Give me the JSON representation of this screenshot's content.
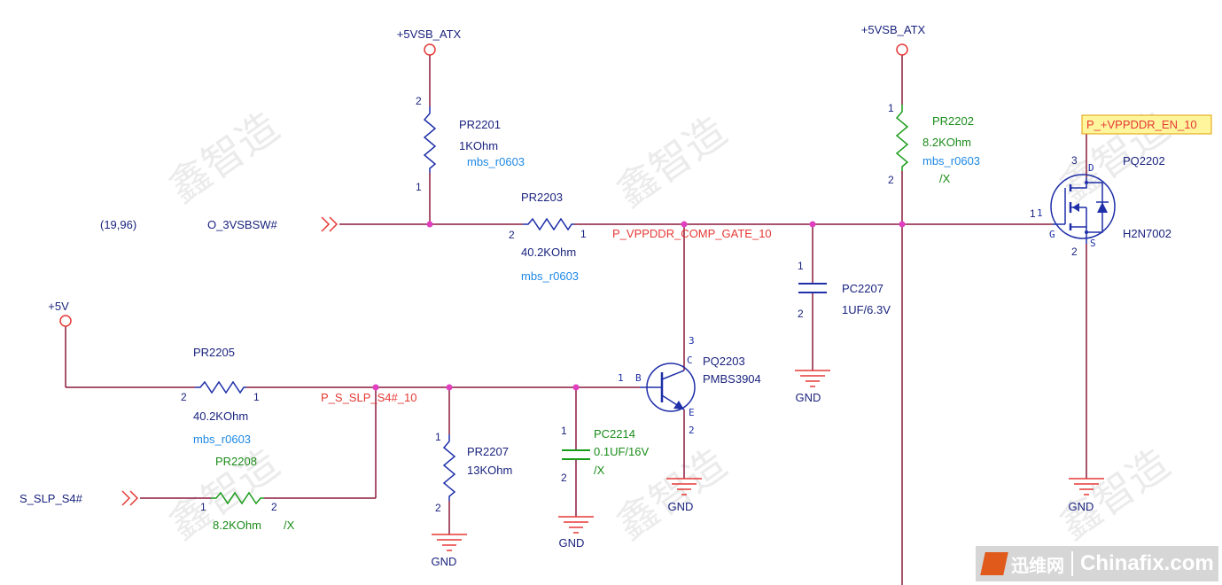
{
  "power": {
    "vsb_left": "+5VSB_ATX",
    "vsb_right": "+5VSB_ATX",
    "v5": "+5V"
  },
  "ground_label": "GND",
  "coords_label": "(19,96)",
  "nets": {
    "o_3vsbsw": "O_3VSBSW#",
    "comp_gate": "P_VPPDDR_COMP_GATE_10",
    "slp_s4": "P_S_SLP_S4#_10",
    "s_slp_s4": "S_SLP_S4#",
    "vppddr_en": "P_+VPPDDR_EN_10"
  },
  "components": {
    "pr2201": {
      "ref": "PR2201",
      "value": "1KOhm",
      "footprint": "mbs_r0603",
      "pin_top": "2",
      "pin_bottom": "1"
    },
    "pr2202": {
      "ref": "PR2202",
      "value": "8.2KOhm",
      "footprint": "mbs_r0603",
      "option": "/X",
      "pin_top": "1",
      "pin_bottom": "2"
    },
    "pr2203": {
      "ref": "PR2203",
      "value": "40.2KOhm",
      "footprint": "mbs_r0603",
      "pin_left": "2",
      "pin_right": "1"
    },
    "pr2205": {
      "ref": "PR2205",
      "value": "40.2KOhm",
      "footprint": "mbs_r0603",
      "pin_left": "2",
      "pin_right": "1"
    },
    "pr2207": {
      "ref": "PR2207",
      "value": "13KOhm",
      "pin_top": "1",
      "pin_bottom": "2"
    },
    "pr2208": {
      "ref": "PR2208",
      "value": "8.2KOhm",
      "option": "/X",
      "pin_left": "1",
      "pin_right": "2"
    },
    "pc2207": {
      "ref": "PC2207",
      "value": "1UF/6.3V",
      "pin_top": "1",
      "pin_bottom": "2"
    },
    "pc2214": {
      "ref": "PC2214",
      "value": "0.1UF/16V",
      "option": "/X",
      "pin_top": "1",
      "pin_bottom": "2"
    },
    "pq2203": {
      "ref": "PQ2203",
      "part": "PMBS3904",
      "pin_b": "1",
      "pin_c": "3",
      "pin_e": "2",
      "b": "B",
      "c": "C",
      "e": "E"
    },
    "pq2202": {
      "ref": "PQ2202",
      "part": "H2N7002",
      "pin_d": "3",
      "pin_g": "1",
      "pin_g_alt": "1",
      "pin_s": "2",
      "d": "D",
      "g": "G",
      "s": "S"
    }
  },
  "watermark": "鑫智造",
  "logo": {
    "cn": "迅维网",
    "site": "Chinafix.com"
  },
  "colors": {
    "wire": "#8b1a3c",
    "comp": "#1a9c1a",
    "comp_blue": "#1e2fa8",
    "text_navy": "#1a237e",
    "text_green": "#1a8c1a",
    "text_blue": "#1e88e5",
    "text_red": "#e53935",
    "junction": "#e040c0",
    "net_box": "#fff59d"
  }
}
